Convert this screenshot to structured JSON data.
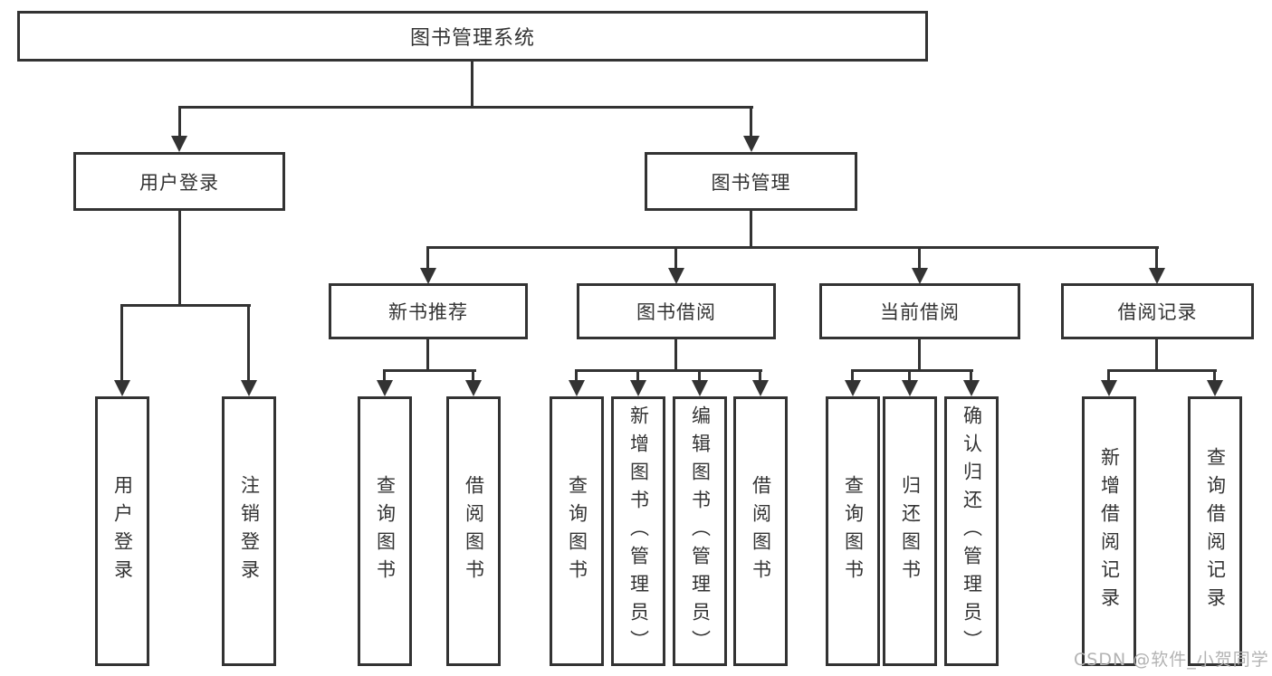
{
  "diagram": {
    "root": {
      "label": "图书管理系统"
    },
    "level2": [
      {
        "label": "用户登录"
      },
      {
        "label": "图书管理"
      }
    ],
    "level3": [
      {
        "label": "新书推荐"
      },
      {
        "label": "图书借阅"
      },
      {
        "label": "当前借阅"
      },
      {
        "label": "借阅记录"
      }
    ],
    "leaves": {
      "user_login": [
        "用户登录",
        "注销登录"
      ],
      "new_books": [
        "查询图书",
        "借阅图书"
      ],
      "book_borrowing": [
        "查询图书",
        "新增图书（管理员）",
        "编辑图书（管理员）",
        "借阅图书"
      ],
      "current_borrowing": [
        "查询图书",
        "归还图书",
        "确认归还（管理员）"
      ],
      "borrowing_records": [
        "新增借阅记录",
        "查询借阅记录"
      ]
    }
  },
  "watermark": {
    "text": "CSDN @软件_小贺同学"
  },
  "colors": {
    "line": "#333333",
    "text": "#333333",
    "watermark": "#b3b3b3",
    "background": "#ffffff"
  }
}
